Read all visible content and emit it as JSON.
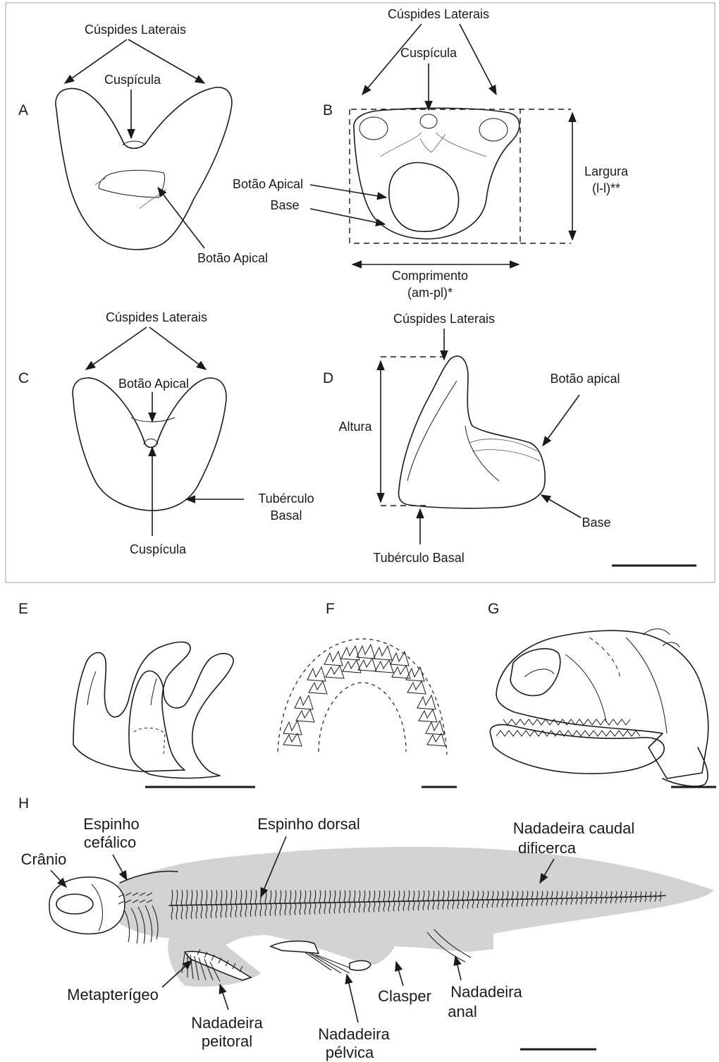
{
  "panels": {
    "A": "A",
    "B": "B",
    "C": "C",
    "D": "D",
    "E": "E",
    "F": "F",
    "G": "G",
    "H": "H"
  },
  "panel_A": {
    "cuspides": "Cúspides Laterais",
    "cuspicula": "Cuspícula",
    "botao": "Botão Apical"
  },
  "panel_B": {
    "cuspides": "Cúspides Laterais",
    "cuspicula": "Cuspícula",
    "botao": "Botão Apical",
    "base": "Base",
    "largura_1": "Largura",
    "largura_2": "(l-l)**",
    "comprimento_1": "Comprimento",
    "comprimento_2": "(am-pl)*"
  },
  "panel_C": {
    "cuspides": "Cúspides Laterais",
    "botao": "Botão Apical",
    "cuspicula": "Cuspícula",
    "tuberculo_1": "Tubérculo",
    "tuberculo_2": "Basal"
  },
  "panel_D": {
    "cuspides": "Cúspides Laterais",
    "botao": "Botão apical",
    "altura": "Altura",
    "base": "Base",
    "tuberculo": "Tubérculo Basal"
  },
  "panel_H": {
    "espinho_cefalico_1": "Espinho",
    "espinho_cefalico_2": "cefálico",
    "cranio": "Crânio",
    "espinho_dorsal": "Espinho dorsal",
    "caudal_1": "Nadadeira caudal",
    "caudal_2": "dificerca",
    "metapterigeo": "Metapterígeo",
    "peitoral_1": "Nadadeira",
    "peitoral_2": "peitoral",
    "pelvica_1": "Nadadeira",
    "pelvica_2": "pélvica",
    "clasper": "Clasper",
    "anal_1": "Nadadeira",
    "anal_2": "anal"
  },
  "colors": {
    "ink": "#1a1a1a",
    "silhouette": "#d3d3d3",
    "frame": "#bfbfbf"
  }
}
